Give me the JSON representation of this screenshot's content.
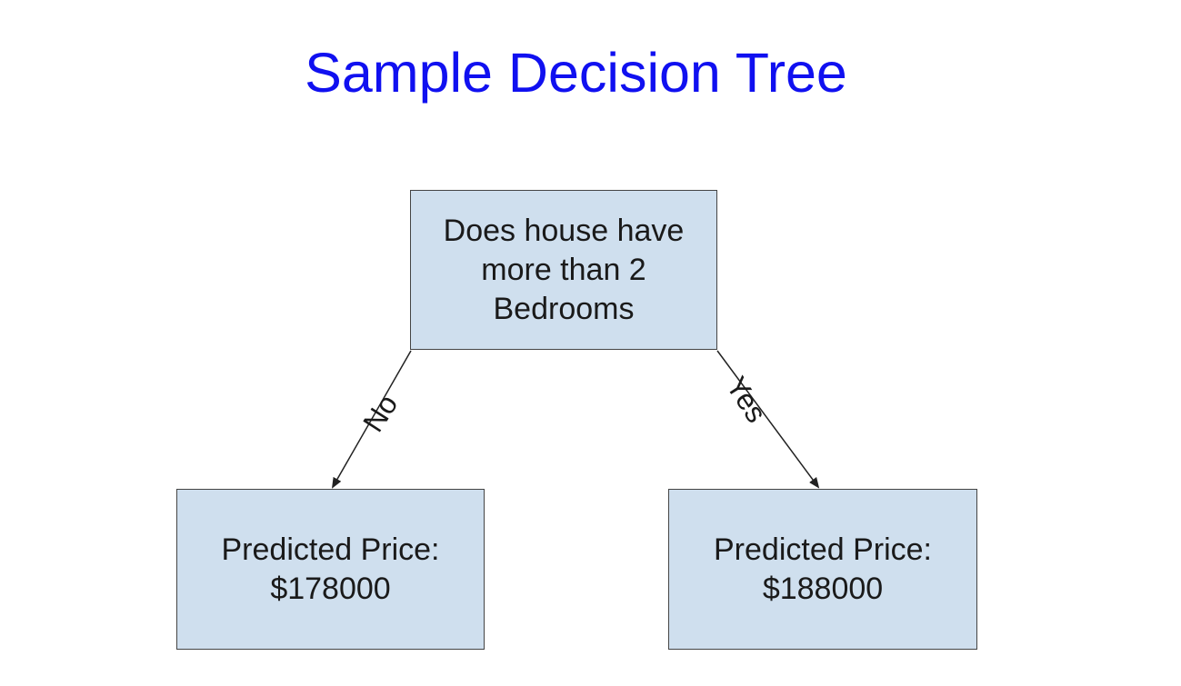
{
  "title": "Sample Decision Tree",
  "tree": {
    "root": {
      "text": "Does house have\nmore than 2\nBedrooms"
    },
    "branches": [
      {
        "label": "No",
        "leaf": {
          "text": "Predicted Price:\n$178000"
        }
      },
      {
        "label": "Yes",
        "leaf": {
          "text": "Predicted Price:\n$188000"
        }
      }
    ]
  },
  "colors": {
    "title": "#1010f0",
    "node_fill": "#cfdfee",
    "node_border": "#444444"
  }
}
